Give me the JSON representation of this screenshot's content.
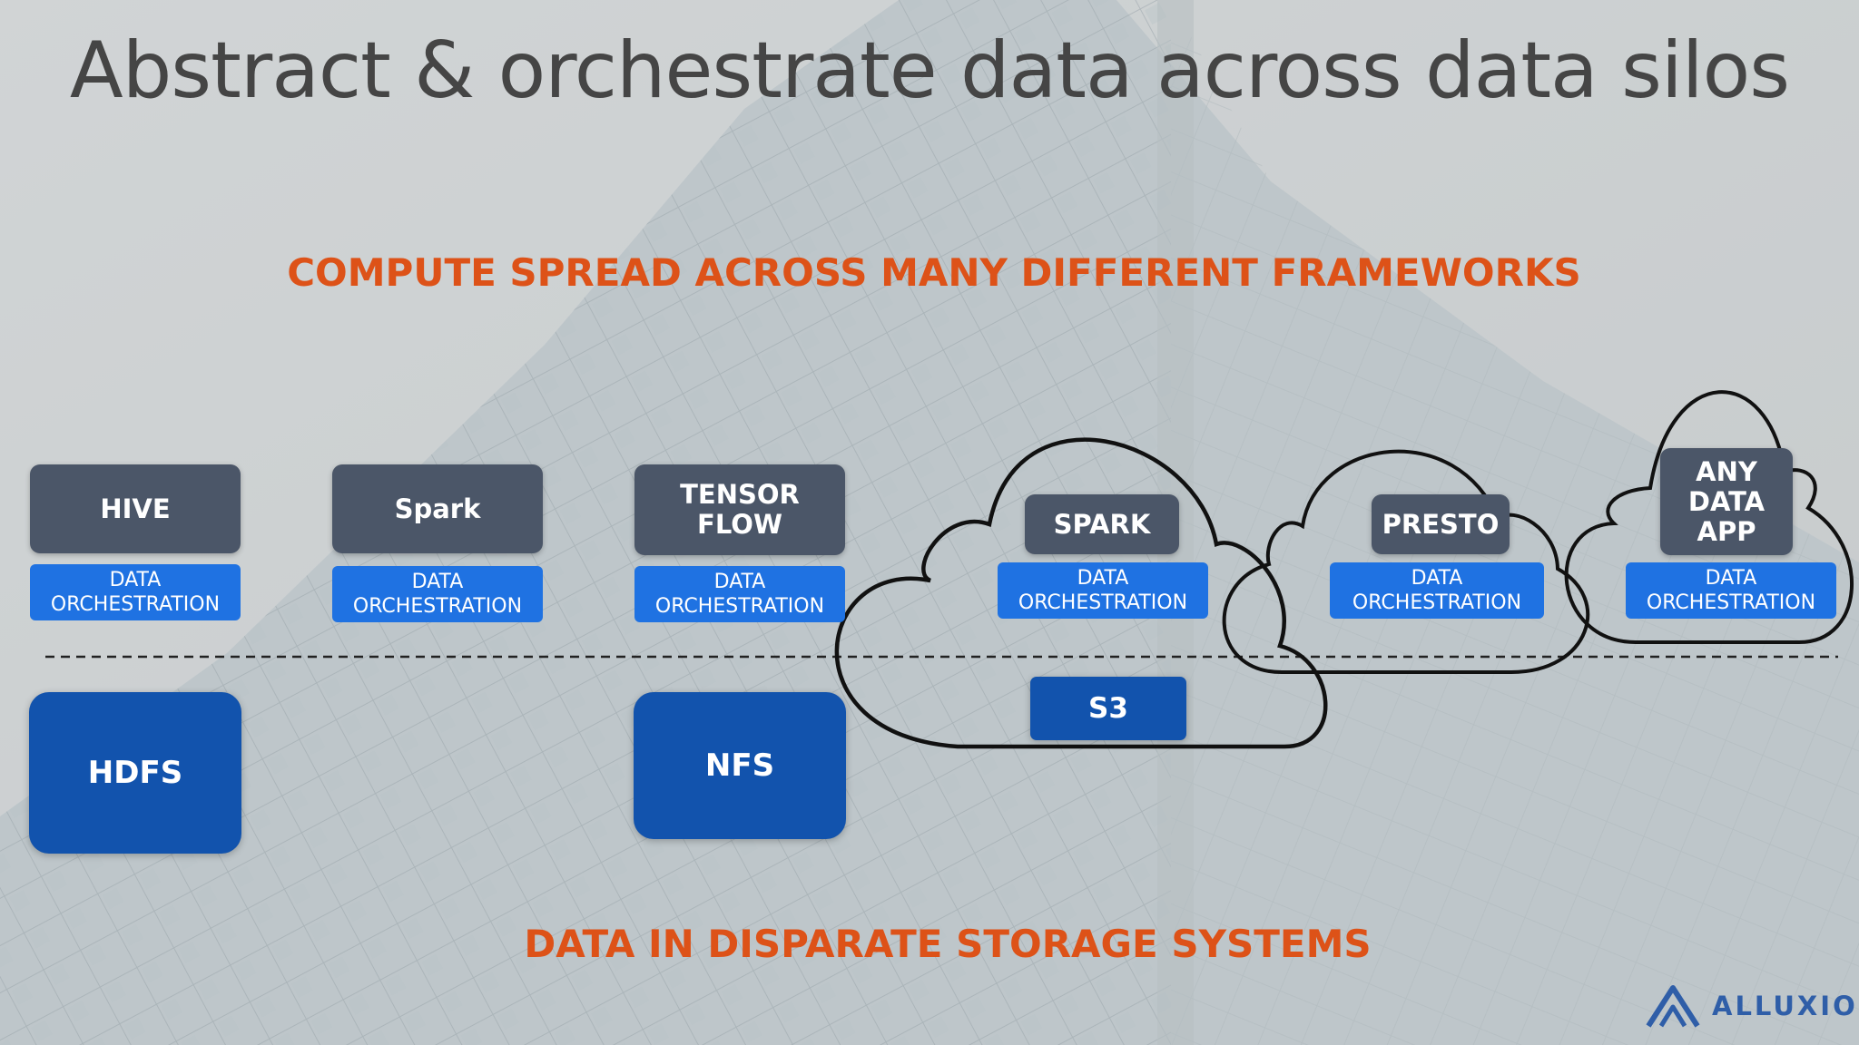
{
  "title": "Abstract & orchestrate data across data silos",
  "compute_heading": "COMPUTE SPREAD ACROSS MANY DIFFERENT FRAMEWORKS",
  "storage_heading": "DATA IN DISPARATE STORAGE SYSTEMS",
  "orchestration_label": {
    "line1": "DATA",
    "line2": "ORCHESTRATION"
  },
  "frameworks": {
    "hive": "HIVE",
    "spark": "Spark",
    "tensorflow": "TENSOR FLOW",
    "spark_cloud": "SPARK",
    "presto": "PRESTO",
    "any_data_app": "ANY DATA APP"
  },
  "storage": {
    "hdfs": "HDFS",
    "nfs": "NFS",
    "s3": "S3"
  },
  "logo": {
    "text": "ALLUXIO"
  },
  "colors": {
    "framework_box": "#4b5668",
    "orchestration_box": "#1f72e2",
    "storage_box": "#1253ad",
    "heading_accent": "#dd5218",
    "title_text": "#454545",
    "logo": "#2f5ea8"
  }
}
